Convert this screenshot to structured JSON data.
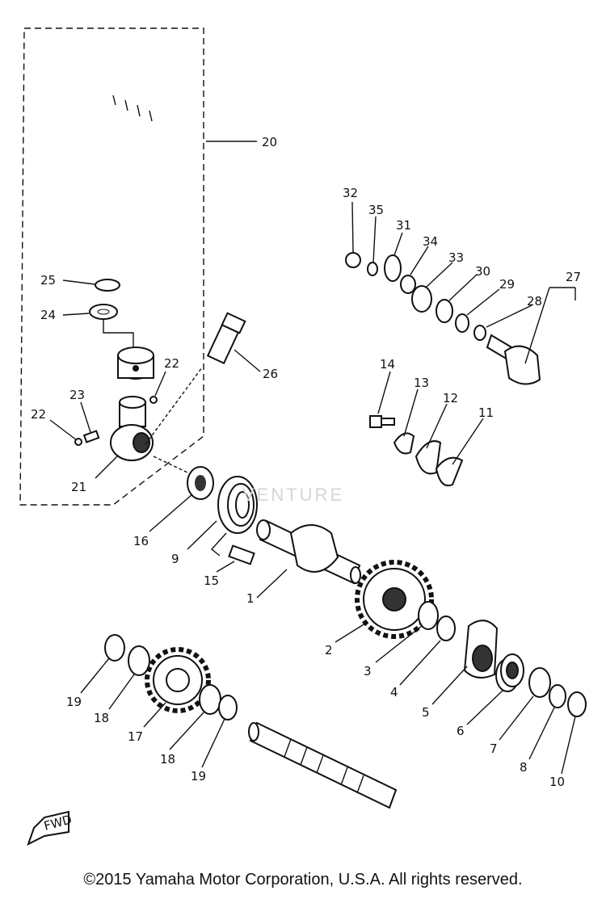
{
  "diagram": {
    "callouts": [
      {
        "id": "c20",
        "text": "20"
      },
      {
        "id": "c25",
        "text": "25"
      },
      {
        "id": "c24",
        "text": "24"
      },
      {
        "id": "c22a",
        "text": "22"
      },
      {
        "id": "c22b",
        "text": "22"
      },
      {
        "id": "c23",
        "text": "23"
      },
      {
        "id": "c21",
        "text": "21"
      },
      {
        "id": "c26",
        "text": "26"
      },
      {
        "id": "c32",
        "text": "32"
      },
      {
        "id": "c35",
        "text": "35"
      },
      {
        "id": "c31",
        "text": "31"
      },
      {
        "id": "c34",
        "text": "34"
      },
      {
        "id": "c33",
        "text": "33"
      },
      {
        "id": "c30",
        "text": "30"
      },
      {
        "id": "c29",
        "text": "29"
      },
      {
        "id": "c27",
        "text": "27"
      },
      {
        "id": "c28",
        "text": "28"
      },
      {
        "id": "c14",
        "text": "14"
      },
      {
        "id": "c13",
        "text": "13"
      },
      {
        "id": "c12",
        "text": "12"
      },
      {
        "id": "c11",
        "text": "11"
      },
      {
        "id": "c16",
        "text": "16"
      },
      {
        "id": "c9",
        "text": "9"
      },
      {
        "id": "c15",
        "text": "15"
      },
      {
        "id": "c1",
        "text": "1"
      },
      {
        "id": "c2",
        "text": "2"
      },
      {
        "id": "c3",
        "text": "3"
      },
      {
        "id": "c4",
        "text": "4"
      },
      {
        "id": "c5",
        "text": "5"
      },
      {
        "id": "c6",
        "text": "6"
      },
      {
        "id": "c7",
        "text": "7"
      },
      {
        "id": "c8",
        "text": "8"
      },
      {
        "id": "c10",
        "text": "10"
      },
      {
        "id": "c19a",
        "text": "19"
      },
      {
        "id": "c18a",
        "text": "18"
      },
      {
        "id": "c17",
        "text": "17"
      },
      {
        "id": "c18b",
        "text": "18"
      },
      {
        "id": "c19b",
        "text": "19"
      }
    ],
    "fwd_label": "FWD",
    "watermark": "VENTURE",
    "copyright": "©2015 Yamaha Motor Corporation, U.S.A. All rights reserved."
  }
}
